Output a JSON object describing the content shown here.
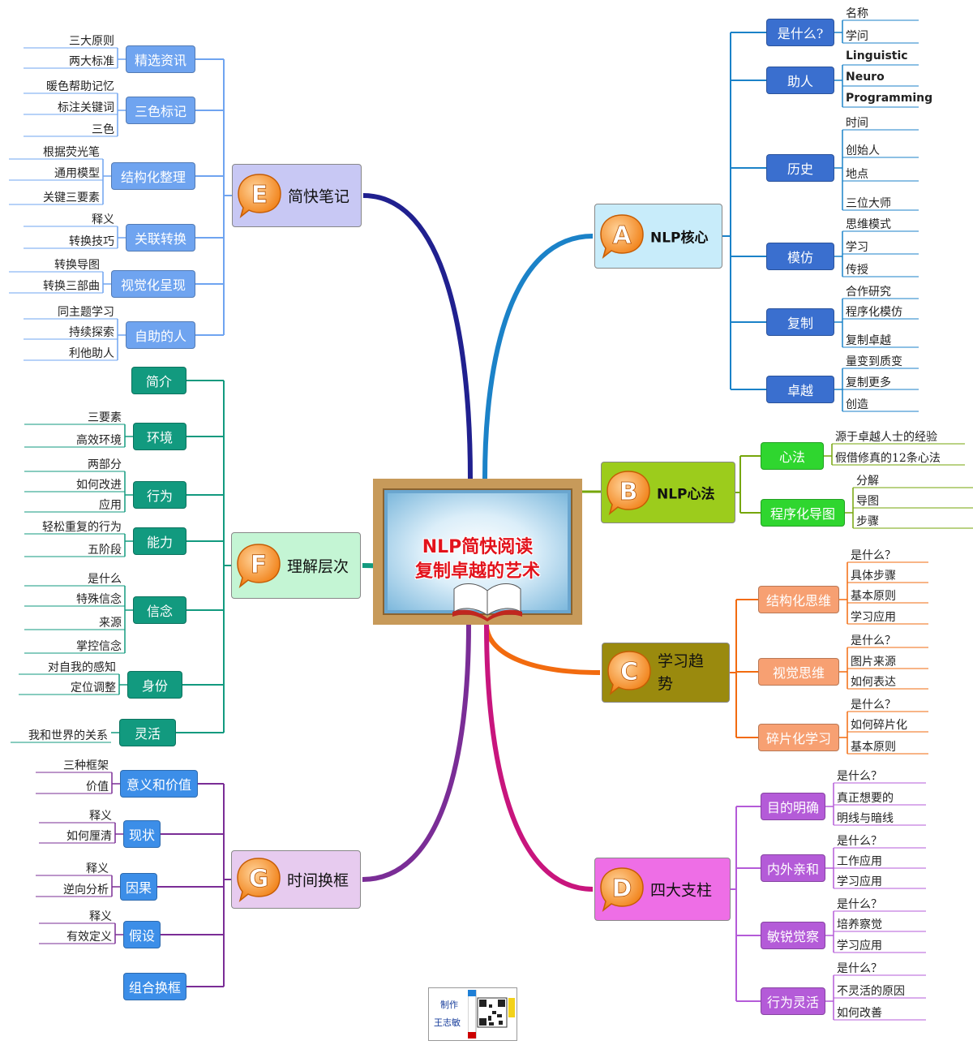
{
  "center": {
    "line1": "NLP简快阅读",
    "line2": "复制卓越的艺术"
  },
  "branches": {
    "A": {
      "letter": "A",
      "title": "NLP核心",
      "color": "#1b82c8",
      "fill": "#c8ecfa",
      "subs": [
        {
          "label": "是什么?",
          "leaves": [
            "名称",
            "学问"
          ]
        },
        {
          "label": "助人",
          "leaves": [
            "Linguistic",
            "Neuro",
            "Programming"
          ]
        },
        {
          "label": "历史",
          "leaves": [
            "时间",
            "创始人",
            "地点",
            "三位大师"
          ]
        },
        {
          "label": "模仿",
          "leaves": [
            "思维模式",
            "学习",
            "传授"
          ]
        },
        {
          "label": "复制",
          "leaves": [
            "合作研究",
            "程序化模仿",
            "复制卓越"
          ]
        },
        {
          "label": "卓越",
          "leaves": [
            "量变到质变",
            "复制更多",
            "创造"
          ]
        }
      ]
    },
    "B": {
      "letter": "B",
      "title": "NLP心法",
      "color": "#76a60a",
      "fill": "#9ccc1c",
      "subs": [
        {
          "label": "心法",
          "leaves": [
            "源于卓越人士的经验",
            "假借修真的12条心法"
          ]
        },
        {
          "label": "程序化导图",
          "leaves": [
            "分解",
            "导图",
            "步骤"
          ]
        }
      ]
    },
    "C": {
      "letter": "C",
      "title": "学习趋势",
      "color": "#f26b0f",
      "fill": "#9a8a0e",
      "subs": [
        {
          "label": "结构化思维",
          "leaves": [
            "是什么？",
            "具体步骤",
            "基本原则",
            "学习应用"
          ]
        },
        {
          "label": "视觉思维",
          "leaves": [
            "是什么？",
            "图片来源",
            "如何表达"
          ]
        },
        {
          "label": "碎片化学习",
          "leaves": [
            "是什么？",
            "如何碎片化",
            "基本原则"
          ]
        }
      ]
    },
    "D": {
      "letter": "D",
      "title": "四大支柱",
      "color": "#c8157d",
      "fill": "#ee6ee6",
      "subs": [
        {
          "label": "目的明确",
          "leaves": [
            "是什么？",
            "真正想要的",
            "明线与暗线"
          ]
        },
        {
          "label": "内外亲和",
          "leaves": [
            "是什么？",
            "工作应用",
            "学习应用"
          ]
        },
        {
          "label": "敏锐觉察",
          "leaves": [
            "是什么？",
            "培养察觉",
            "学习应用"
          ]
        },
        {
          "label": "行为灵活",
          "leaves": [
            "是什么？",
            "不灵活的原因",
            "如何改善"
          ]
        }
      ]
    },
    "E": {
      "letter": "E",
      "title": "简快笔记",
      "color": "#20208f",
      "fill": "#c8c8f4",
      "subs": [
        {
          "label": "精选资讯",
          "leaves": [
            "三大原则",
            "两大标准"
          ]
        },
        {
          "label": "三色标记",
          "leaves": [
            "暖色帮助记忆",
            "标注关键词",
            "三色"
          ]
        },
        {
          "label": "结构化整理",
          "leaves": [
            "根据荧光笔",
            "通用模型",
            "关键三要素"
          ]
        },
        {
          "label": "关联转换",
          "leaves": [
            "释义",
            "转换技巧"
          ]
        },
        {
          "label": "视觉化呈现",
          "leaves": [
            "转换导图",
            "转换三部曲"
          ]
        },
        {
          "label": "自助的人",
          "leaves": [
            "同主题学习",
            "持续探索",
            "利他助人"
          ]
        }
      ]
    },
    "F": {
      "letter": "F",
      "title": "理解层次",
      "color": "#2b2b8f",
      "fill": "#c4f5d4",
      "subs": [
        {
          "label": "简介",
          "leaves": []
        },
        {
          "label": "环境",
          "leaves": [
            "三要素",
            "高效环境"
          ]
        },
        {
          "label": "行为",
          "leaves": [
            "两部分",
            "如何改进",
            "应用"
          ]
        },
        {
          "label": "能力",
          "leaves": [
            "轻松重复的行为",
            "五阶段"
          ]
        },
        {
          "label": "信念",
          "leaves": [
            "是什么",
            "特殊信念",
            "来源",
            "掌控信念"
          ]
        },
        {
          "label": "身份",
          "leaves": [
            "对自我的感知",
            "定位调整"
          ]
        },
        {
          "label": "灵活",
          "leaves": [
            "我和世界的关系"
          ]
        }
      ]
    },
    "G": {
      "letter": "G",
      "title": "时间换框",
      "color": "#6b2d86",
      "fill": "#e7cbef",
      "subs": [
        {
          "label": "意义和价值",
          "leaves": [
            "三种框架",
            "价值"
          ]
        },
        {
          "label": "现状",
          "leaves": [
            "释义",
            "如何厘清"
          ]
        },
        {
          "label": "因果",
          "leaves": [
            "释义",
            "逆向分析"
          ]
        },
        {
          "label": "假设",
          "leaves": [
            "释义",
            "有效定义"
          ]
        },
        {
          "label": "组合换框",
          "leaves": []
        }
      ]
    }
  },
  "colors": {
    "A_sub": "#3a6fcf",
    "B_sub": "#2fd62f",
    "C_sub": "#f7a072",
    "D_sub": "#b45bd8",
    "E_sub": "#6fa4f0",
    "F_sub": "#129a7f",
    "G_sub": "#3c8ee8"
  },
  "logo": {
    "line1": "制作",
    "line2": "王志敏"
  }
}
